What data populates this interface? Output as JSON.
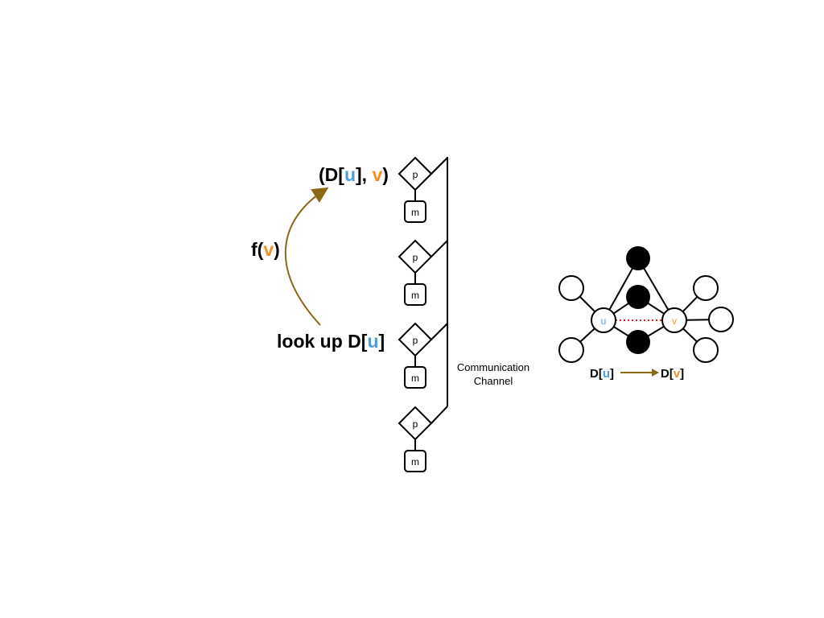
{
  "colors": {
    "blue": "#4a9fe0",
    "orange": "#f0922b",
    "arrow": "#8b6914",
    "dotted": "#e02020"
  },
  "left": {
    "top_label": {
      "open": "(D[",
      "u": "u",
      "mid": "], ",
      "v": "v",
      "close": ")"
    },
    "f_label": {
      "pre": "f(",
      "v": "v",
      "post": ")"
    },
    "lookup_label": {
      "pre": "look up D[",
      "u": "u",
      "post": "]"
    }
  },
  "processors": [
    {
      "p": "p",
      "m": "m"
    },
    {
      "p": "p",
      "m": "m"
    },
    {
      "p": "p",
      "m": "m"
    },
    {
      "p": "p",
      "m": "m"
    }
  ],
  "channel": {
    "line1": "Communication",
    "line2": "Channel"
  },
  "graph": {
    "u_label": "u",
    "v_label": "v",
    "legend": {
      "from_pre": "D[",
      "from_u": "u",
      "from_post": "]",
      "to_pre": "D[",
      "to_v": "v",
      "to_post": "]"
    }
  }
}
